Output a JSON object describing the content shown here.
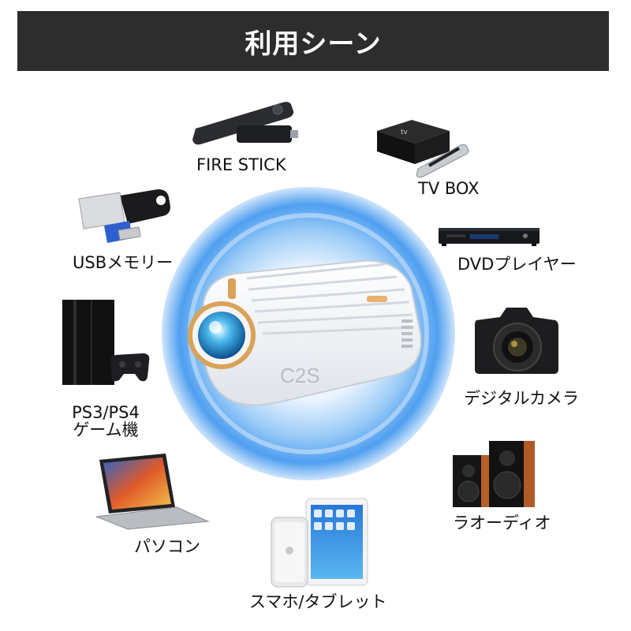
{
  "header": {
    "title": "利用シーン"
  },
  "center": {
    "product_logo": "C2S"
  },
  "devices": [
    {
      "icon": "fire-stick-remote-icon",
      "label": "FIRE STICK"
    },
    {
      "icon": "tv-box-icon",
      "label": "TV BOX"
    },
    {
      "icon": "usb-memory-icon",
      "label": "USBメモリー"
    },
    {
      "icon": "dvd-player-icon",
      "label": "DVDプレイヤー"
    },
    {
      "icon": "game-console-icon",
      "label_line1": "PS3/PS4",
      "label_line2": "ゲーム機"
    },
    {
      "icon": "digital-camera-icon",
      "label": "デジタルカメラ"
    },
    {
      "icon": "laptop-icon",
      "label": "パソコン"
    },
    {
      "icon": "speakers-icon",
      "label": "ラオーディオ"
    },
    {
      "icon": "smartphone-tablet-icon",
      "label": "スマホ/タブレット"
    }
  ],
  "colors": {
    "banner_bg": "#2d2d2d",
    "glow": "#3a8fe6",
    "accent_gold": "#d9a35a"
  }
}
